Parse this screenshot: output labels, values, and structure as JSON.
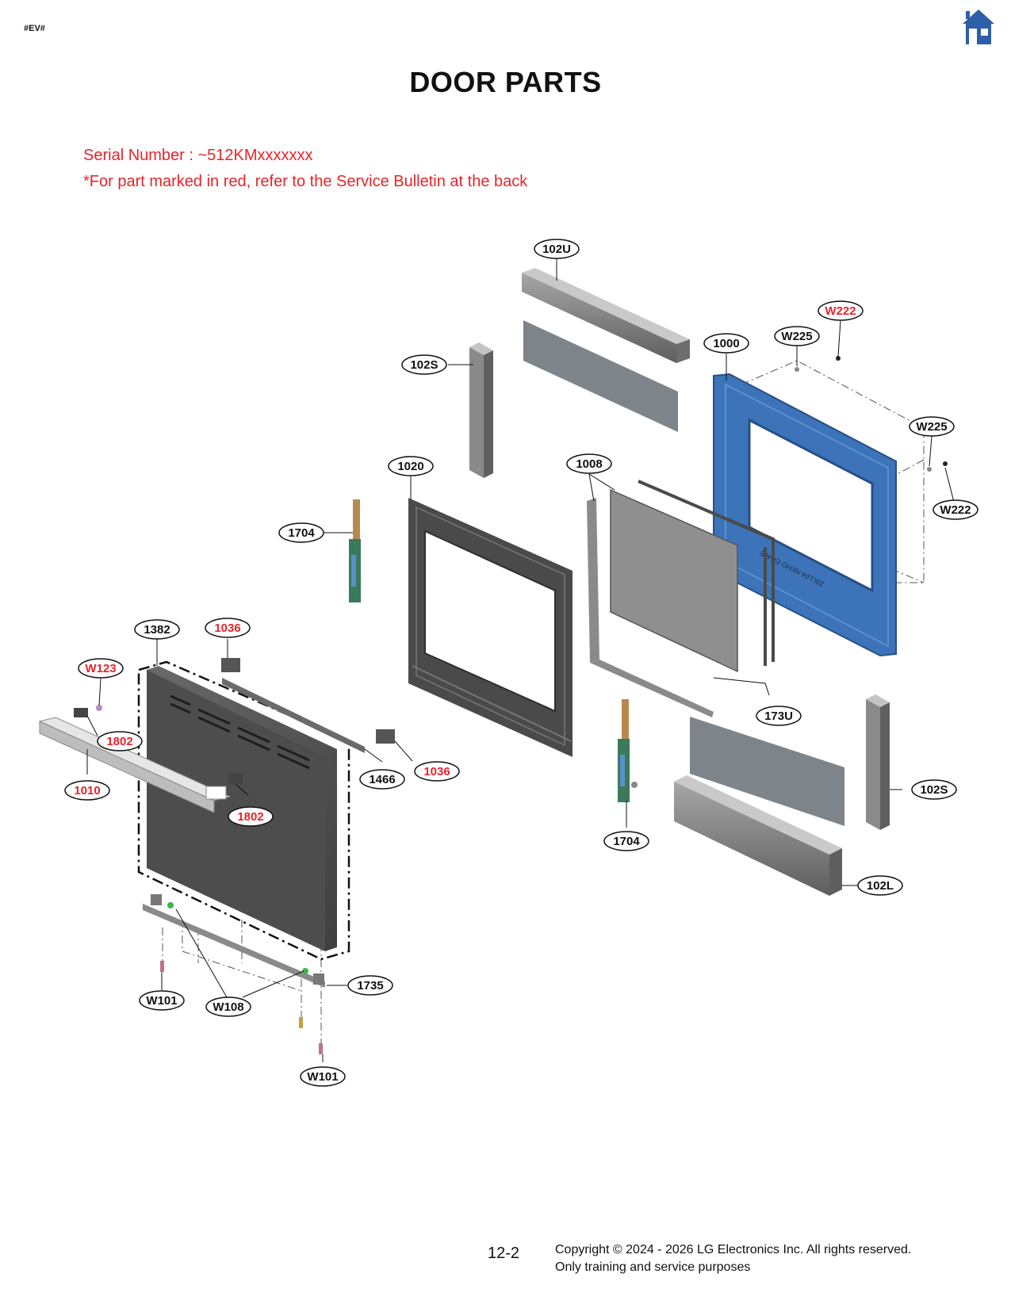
{
  "page": {
    "corner_tag": "#EV#",
    "title": "DOOR PARTS",
    "notes": {
      "serial": "Serial Number : ~512KMxxxxxxx",
      "red_parts": "*For part marked in red, refer to the Service Bulletin at the back"
    },
    "page_number": "12-2",
    "copyright_line1": "Copyright © 2024 - 2026 LG Electronics Inc. All rights reserved.",
    "copyright_line2": "Only training and service purposes"
  },
  "icons": {
    "home": "home-icon"
  },
  "colors": {
    "red_part": "#e8242a",
    "black_part": "#111111",
    "frame_blue": "#3d73b8"
  },
  "callouts": {
    "c102U": "102U",
    "cW222a": "W222",
    "c1000": "1000",
    "cW225a": "W225",
    "c102Sa": "102S",
    "cW225b": "W225",
    "cW222b": "W222",
    "c1020": "1020",
    "c1008": "1008",
    "c1704a": "1704",
    "c1382": "1382",
    "c1036a": "1036",
    "cW123": "W123",
    "c1802a": "1802",
    "c173U": "173U",
    "c1466": "1466",
    "c1036b": "1036",
    "c1010": "1010",
    "c102Sb": "102S",
    "c1802b": "1802",
    "c1704b": "1704",
    "c102L": "102L",
    "c1735": "1735",
    "cW101a": "W101",
    "cW108": "W108",
    "cW101b": "W101"
  }
}
